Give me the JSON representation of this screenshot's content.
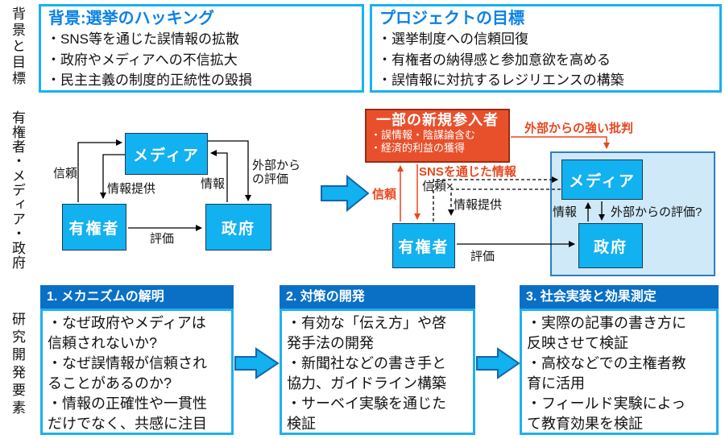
{
  "slide": {
    "side_labels": {
      "background_goals": "背景と目標",
      "actors": "有権者・メディア・政府",
      "rd_elements": "研究開発要素"
    },
    "background_box": {
      "title": "背景:選挙のハッキング",
      "bullets": [
        "・SNS等を通じた誤情報の拡散",
        "・政府やメディアへの不信拡大",
        "・民主主義の制度的正統性の毀損"
      ]
    },
    "goal_box": {
      "title": "プロジェクトの目標",
      "bullets": [
        "・選挙制度への信頼回復",
        "・有権者の納得感と参加意欲を高める",
        "・誤情報に対抗するレジリエンスの構築"
      ]
    },
    "left_diagram": {
      "media": "メディア",
      "voters": "有権者",
      "government": "政府",
      "trust": "信頼",
      "info_provision": "情報提供",
      "info": "情報",
      "external_evaluation": "外部から\nの評価",
      "evaluation": "評価"
    },
    "right_diagram": {
      "newcomers": {
        "title": "一部の新規参入者",
        "bullets": [
          "・誤情報・陰謀論含む",
          "・経済的利益の獲得"
        ]
      },
      "media": "メディア",
      "voters": "有権者",
      "government": "政府",
      "strong_criticism": "外部からの強い批判",
      "sns_info": "SNSを通じた情報",
      "trust_red": "信頼",
      "trust_broken": "信頼×",
      "info_provision": "情報提供",
      "info": "情報",
      "external_evaluation_q": "外部からの評価?",
      "evaluation": "評価"
    },
    "process_boxes": [
      {
        "title": "1. メカニズムの解明",
        "bullets": [
          "・なぜ政府やメディアは信頼されないか?",
          "・なぜ誤情報が信頼されることがあるのか?",
          "・情報の正確性や一貫性だけでなく、共感に注目"
        ]
      },
      {
        "title": "2. 対策の開発",
        "bullets": [
          "・有効な「伝え方」や啓発手法の開発",
          "・新聞社などの書き手と協力、ガイドライン構築",
          "・サーベイ実験を通じた検証"
        ]
      },
      {
        "title": "3. 社会実装と効果測定",
        "bullets": [
          "・実際の記事の書き方に反映させて検証",
          "・高校などでの主権者教育に活用",
          "・フィールド実験によって教育効果を検証"
        ]
      }
    ],
    "colors": {
      "cyan": "#12b1f0",
      "cyan_border": "#17b2f2",
      "header_blue": "#0a70c6",
      "title_blue": "#0b82e6",
      "red": "#e8471f",
      "red_fill": "#e8502c",
      "container_fill": "#cfe9f8",
      "container_border": "#2d7ec3"
    }
  }
}
